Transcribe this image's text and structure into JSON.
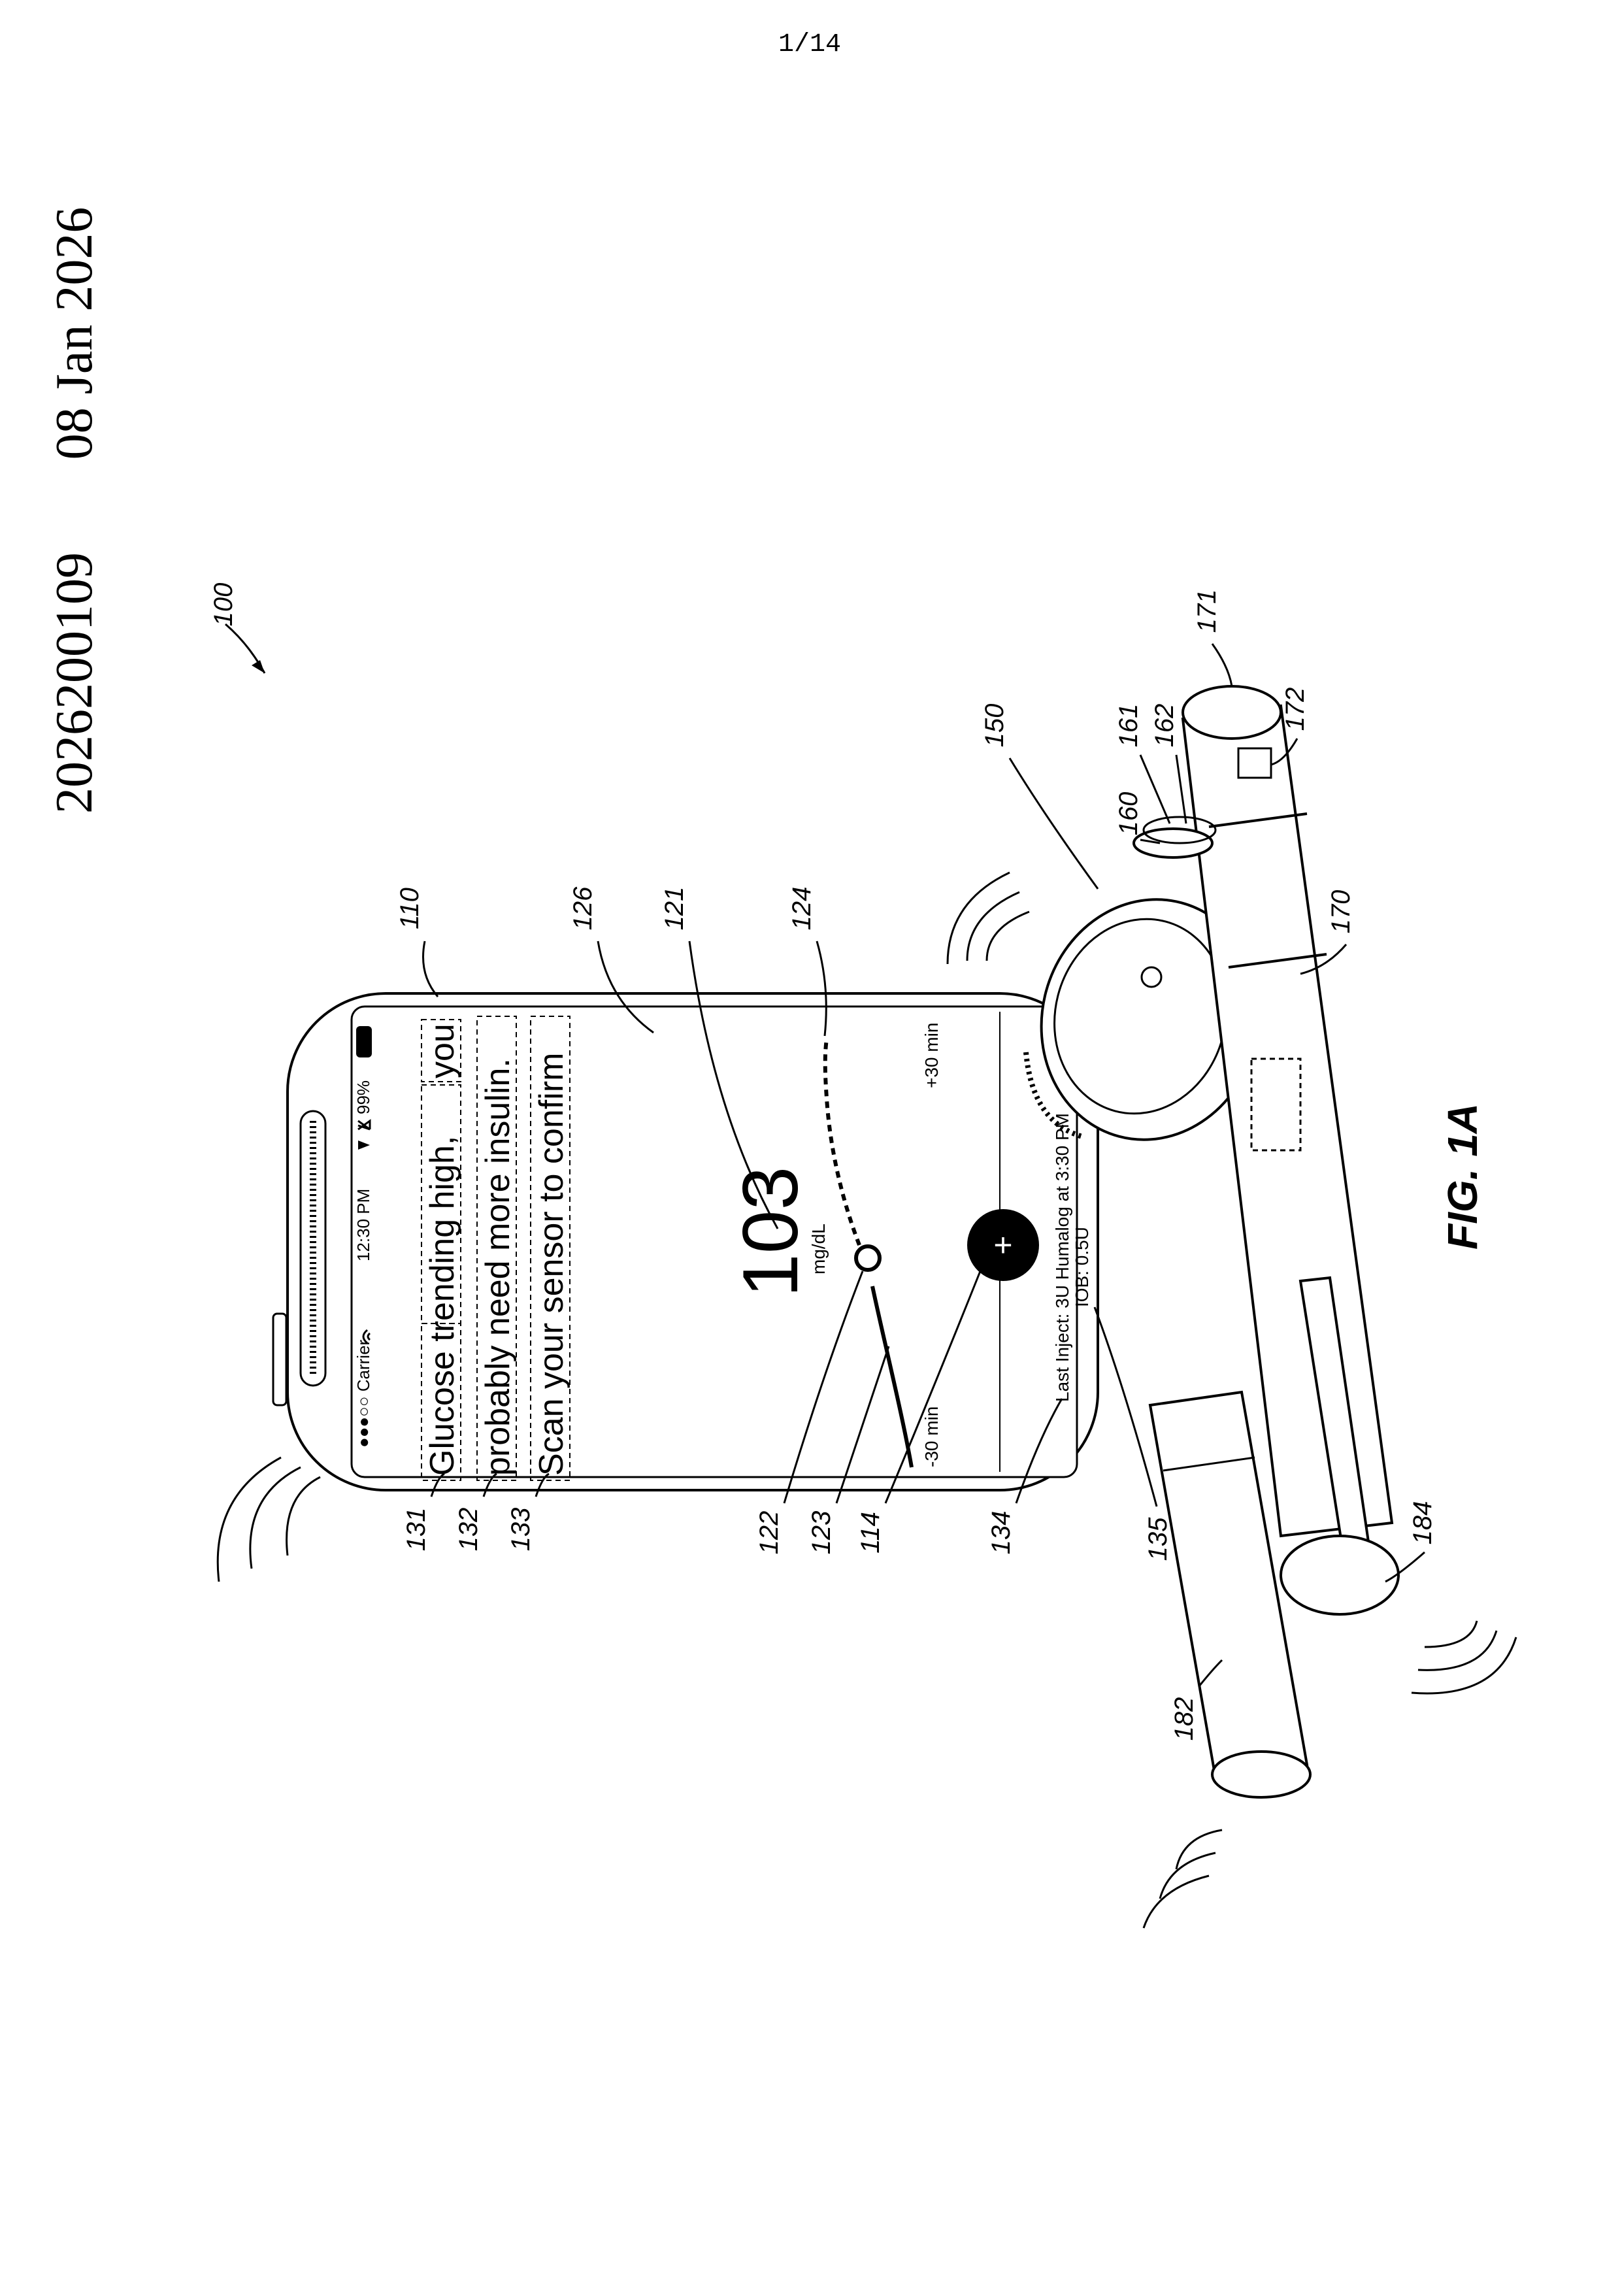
{
  "page_number": "1/14",
  "publication_number": "2026200109",
  "publication_date": "08 Jan 2026",
  "figure_label": "FIG. 1A",
  "reference_numerals": {
    "system": "100",
    "phone": "110",
    "glucose_value_display": "121",
    "current_point": "122",
    "history_line": "123",
    "projected_line": "124",
    "chart_area": "126",
    "message_line_1": "131",
    "message_line_2": "132",
    "message_line_3": "133",
    "last_inject_text": "134",
    "iob_text": "135",
    "add_button": "114",
    "sensor": "150",
    "cap_ring": "160",
    "cap_ring_a": "161",
    "cap_ring_b": "162",
    "pen_body": "170",
    "pen_cap": "171",
    "pen_dose_window": "172",
    "second_pen_end": "182",
    "second_pen_body": "184"
  },
  "phone_screen": {
    "status_bar": {
      "carrier": "●●●○○ Carrier",
      "time": "12:30 PM",
      "battery": "99%"
    },
    "messages": [
      "Glucose trending high,",
      "you",
      "probably need more insulin.",
      "Scan your sensor to confirm"
    ],
    "glucose_value": "103",
    "glucose_unit": "mg/dL",
    "axis_left": "-30 min",
    "axis_right": "+30 min",
    "add_button_symbol": "+",
    "last_inject": "Last Inject: 3U Humalog at 3:30 PM",
    "iob": "IOB: 0.5U"
  },
  "icons": {
    "wifi": "wifi-icon",
    "bluetooth": "bluetooth-icon",
    "location": "location-arrow-icon",
    "battery": "battery-icon",
    "plus": "plus-icon"
  },
  "colors": {
    "ink": "#000000",
    "paper": "#ffffff"
  }
}
